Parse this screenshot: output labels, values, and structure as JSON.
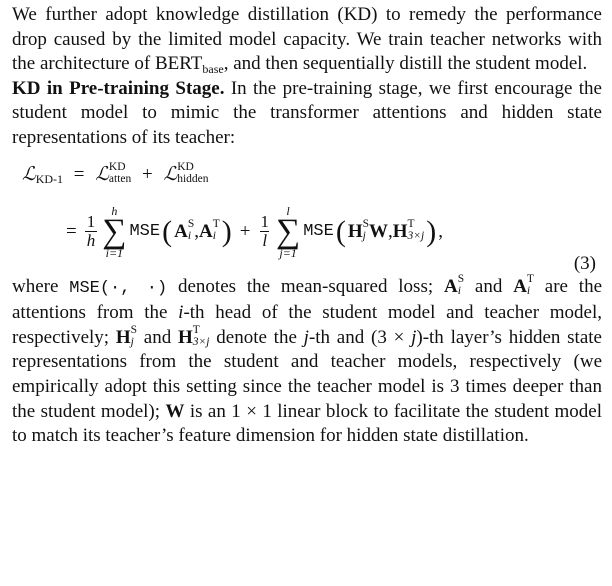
{
  "para1": {
    "part1": "We further adopt knowledge distillation (KD) to remedy the performance drop caused by the limited model capacity. We train teacher networks with the architecture of BERT",
    "bert_sub": "base",
    "part2": ", and then sequentially distill the student model."
  },
  "para2": {
    "heading": "KD in Pre-training Stage.",
    "body": " In the pre-training stage, we first encourage the student model to mimic the transformer attentions and hidden state representations of its teacher:"
  },
  "equation": {
    "lhs_symbol": "ℒ",
    "lhs_sub": "KD-1",
    "equals": "=",
    "plus": "+",
    "term1_sup": "KD",
    "term1_sub": "atten",
    "term2_sup": "KD",
    "term2_sub": "hidden",
    "frac1_num": "1",
    "frac1_den": "h",
    "sum1_top": "h",
    "sum1_bot": "i=1",
    "frac2_num": "1",
    "frac2_den": "l",
    "sum2_top": "l",
    "sum2_bot": "j=1",
    "mse": "MSE",
    "A": "A",
    "A_i": "i",
    "sup_S": "S",
    "sup_T": "T",
    "comma": ",",
    "H": "H",
    "H_j": "j",
    "W": "W",
    "H_sub_3j": "3×j",
    "trail": ",",
    "number": "(3)"
  },
  "para3": {
    "where": "where ",
    "mse_call": "MSE(·, ·)",
    "t1": " denotes the mean-squared loss; ",
    "and1": " and ",
    "t2": " are the attentions from the ",
    "i_var": "i",
    "t3": "-th head of the student model and teacher model, respectively; ",
    "and2": " and ",
    "t4": " denote the ",
    "j_var": "j",
    "t5": "-th and (3 × ",
    "t6": ")-th layer’s hidden state representations from the student and teacher models, respectively (we empirically adopt this setting since the teacher model is 3 times deeper than the student model); ",
    "w_bold": "W",
    "t7": " is an 1 × 1 linear block to facilitate the student model to match its teacher’s feature dimension for hidden state distillation."
  }
}
